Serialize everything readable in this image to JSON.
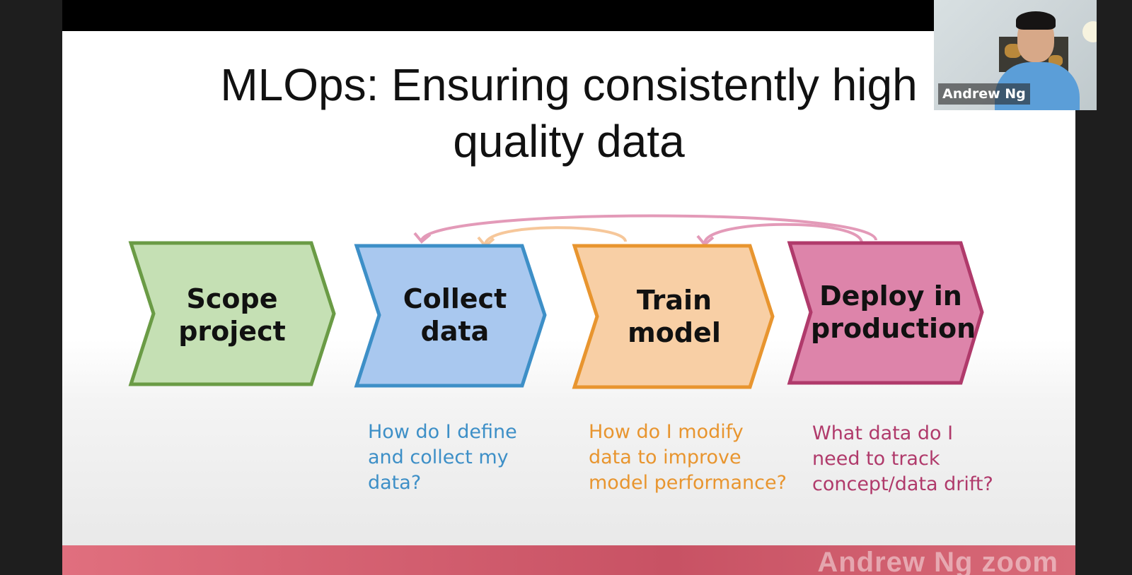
{
  "slide": {
    "title_line1": "MLOps: Ensuring consistently high",
    "title_line2": "quality data",
    "steps": [
      {
        "label_line1": "Scope",
        "label_line2": "project",
        "fill": "#c5e0b4",
        "stroke": "#6a9b45"
      },
      {
        "label_line1": "Collect",
        "label_line2": "data",
        "fill": "#a9c8ef",
        "stroke": "#3d8fc7"
      },
      {
        "label_line1": "Train",
        "label_line2": "model",
        "fill": "#f8cfa5",
        "stroke": "#e8952f"
      },
      {
        "label_line1": "Deploy in",
        "label_line2": "production",
        "fill": "#dd84aa",
        "stroke": "#b03a6b"
      }
    ],
    "questions": {
      "collect": "How do I define\nand collect my\ndata?",
      "train": "How do I modify\ndata to improve\nmodel performance?",
      "deploy": "What data do I\nneed to track\nconcept/data drift?"
    },
    "footer_brand": "Andrew Ng  zoom"
  },
  "video": {
    "participant_name": "Andrew Ng"
  },
  "colors": {
    "arrow_pink": "#e39ab8",
    "arrow_orange": "#f6c79a"
  }
}
